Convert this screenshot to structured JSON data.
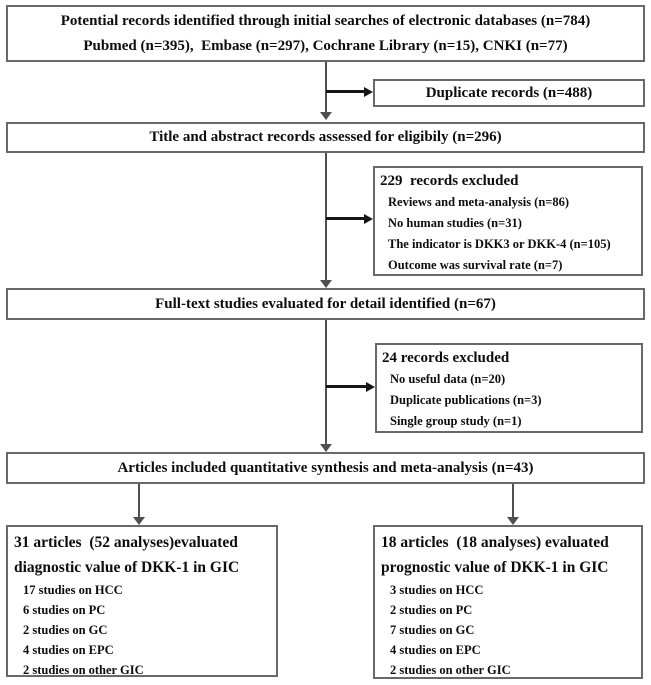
{
  "colors": {
    "background": "#ffffff",
    "box_border": "#686868",
    "text": "#0d0d0d",
    "arrow_vertical": "#4f4f4f",
    "arrow_horizontal": "#161616"
  },
  "flow": {
    "identification": {
      "line1": "Potential records identified through initial searches of electronic databases (n=784)",
      "line2": "Pubmed (n=395),  Embase (n=297), Cochrane Library (n=15), CNKI (n=77)"
    },
    "duplicates": {
      "label": "Duplicate records (n=488)"
    },
    "screening": {
      "label": "Title and abstract records assessed for eligibily (n=296)"
    },
    "exclusion_screening": {
      "heading": "229  records excluded",
      "items": [
        "Reviews and meta-analysis (n=86)",
        "No human studies (n=31)",
        "The indicator is DKK3 or DKK-4 (n=105)",
        "Outcome was survival rate (n=7)"
      ]
    },
    "fulltext": {
      "label": "Full-text studies evaluated for detail identified (n=67)"
    },
    "exclusion_fulltext": {
      "heading": "24 records excluded",
      "items": [
        "No useful data (n=20)",
        "Duplicate publications (n=3)",
        "Single group study (n=1)"
      ]
    },
    "included": {
      "label": "Articles included quantitative synthesis and meta-analysis (n=43)"
    },
    "diagnostic": {
      "heading_line1": "31 articles  (52 analyses)evaluated",
      "heading_line2": "diagnostic value of DKK-1 in GIC",
      "items": [
        "17 studies on HCC",
        "6 studies on PC",
        "2 studies on GC",
        "4 studies on EPC",
        "2 studies on other GIC"
      ]
    },
    "prognostic": {
      "heading_line1": "18 articles  (18 analyses) evaluated",
      "heading_line2": "prognostic value of DKK-1 in GIC",
      "items": [
        "3 studies on HCC",
        "2 studies on PC",
        "7 studies on GC",
        "4 studies on EPC",
        "2 studies on other GIC"
      ]
    }
  }
}
